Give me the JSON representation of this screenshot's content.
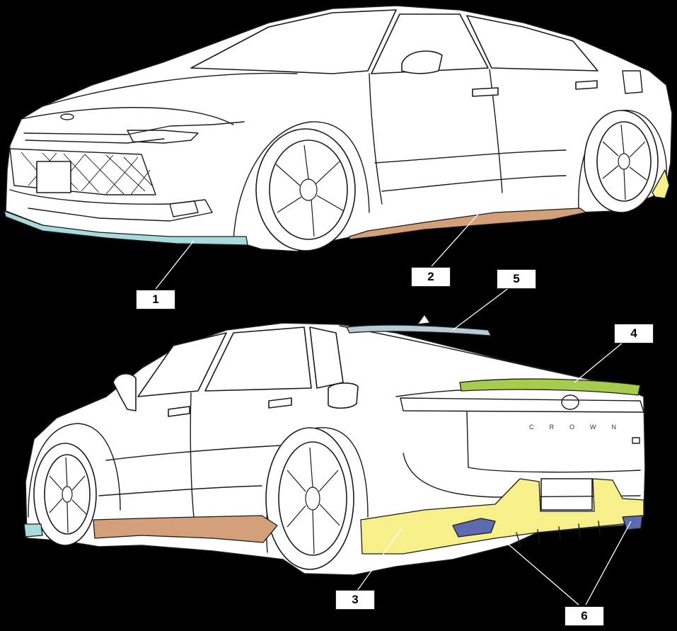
{
  "colors": {
    "background": "#000000",
    "front_lip": "#a8dcdc",
    "side_skirt": "#d4a07a",
    "rear_diffuser": "#f7ef8a",
    "trunk_spoiler": "#a6cc4e",
    "roof_spoiler": "#b8ccd8",
    "exhaust_finisher": "#5e6ab0"
  },
  "callouts": [
    {
      "id": "1",
      "label": "1"
    },
    {
      "id": "2",
      "label": "2"
    },
    {
      "id": "3",
      "label": "3"
    },
    {
      "id": "4",
      "label": "4"
    },
    {
      "id": "5",
      "label": "5"
    },
    {
      "id": "6",
      "label": "6"
    }
  ],
  "rear_emblem_text": "CROWN"
}
